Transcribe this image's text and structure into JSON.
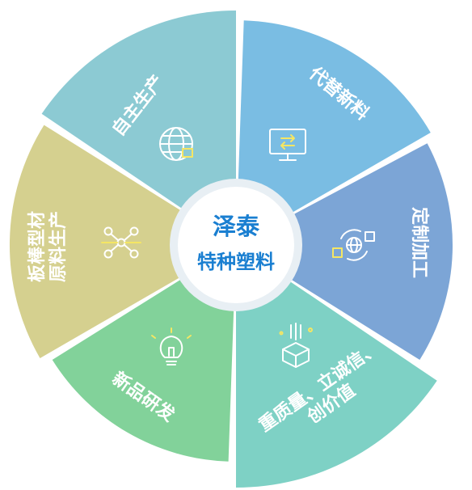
{
  "center": {
    "line1": "泽泰",
    "line2": "特种塑料"
  },
  "segments": [
    {
      "key": "self-production",
      "lines": [
        "自主生产"
      ],
      "color": "#8ccad3",
      "icon": "globe-box-icon"
    },
    {
      "key": "replacement-materials",
      "lines": [
        "代替新料"
      ],
      "color": "#7abde3",
      "icon": "monitor-arrows-icon"
    },
    {
      "key": "custom-processing",
      "lines": [
        "定制加工"
      ],
      "color": "#7ca5d6",
      "icon": "globe-cubes-icon"
    },
    {
      "key": "quality-integrity",
      "lines": [
        "重质量、立诚信、",
        "创价值"
      ],
      "color": "#7ed1c5",
      "icon": "open-box-icon"
    },
    {
      "key": "new-product-rnd",
      "lines": [
        "新品研发"
      ],
      "color": "#82d29a",
      "icon": "lightbulb-icon"
    },
    {
      "key": "raw-material-production",
      "lines": [
        "板棒型材",
        "原料生产"
      ],
      "color": "#d5d08f",
      "icon": "molecule-network-icon"
    }
  ],
  "colors": {
    "center_ring": "#e8eff4",
    "center_text": "#1a7fd1",
    "icon_stroke": "#ffffff",
    "icon_accent": "#f5e663"
  }
}
